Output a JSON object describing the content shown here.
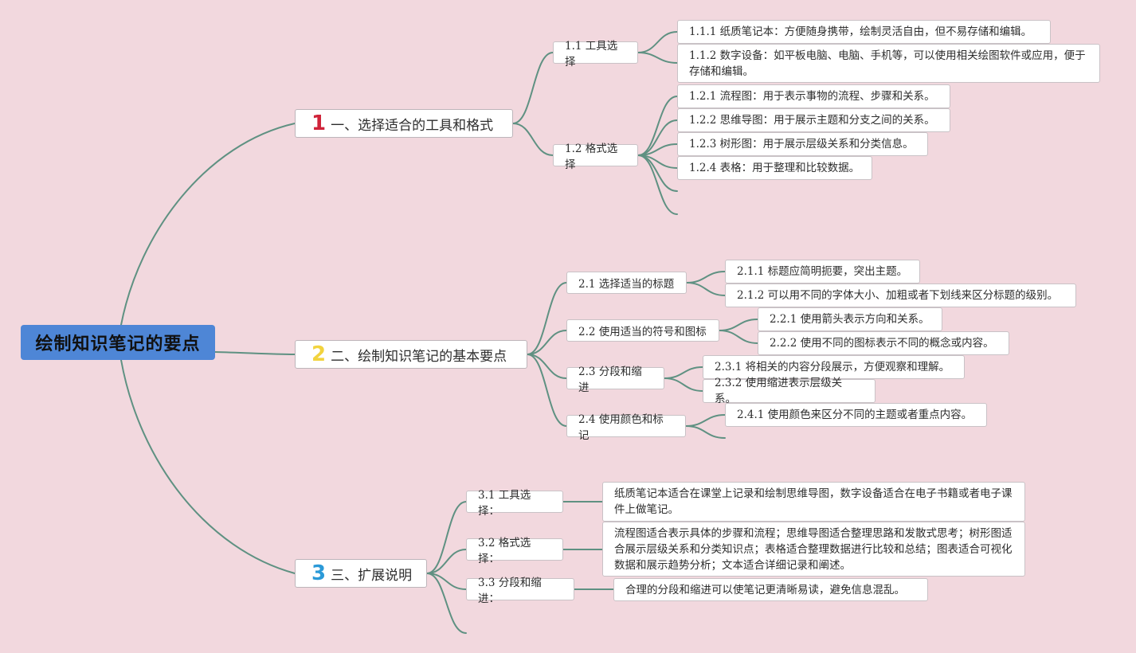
{
  "root": {
    "label": "绘制知识笔记的要点"
  },
  "accent_colors": {
    "root": "#4e86d6",
    "num1": "#d0243a",
    "num2": "#f2d33e",
    "num3": "#2b9ad8",
    "link": "#5f9182",
    "background": "#f2d8de"
  },
  "topics": [
    {
      "num": "1",
      "label": "一、选择适合的工具和格式",
      "subs": [
        {
          "label": "1.1 工具选择",
          "leaves": [
            "1.1.1 纸质笔记本：方便随身携带，绘制灵活自由，但不易存储和编辑。",
            "1.1.2 数字设备：如平板电脑、电脑、手机等，可以使用相关绘图软件或应用，便于存储和编辑。"
          ]
        },
        {
          "label": "1.2 格式选择",
          "leaves": [
            "1.2.1 流程图：用于表示事物的流程、步骤和关系。",
            "1.2.2 思维导图：用于展示主题和分支之间的关系。",
            "1.2.3 树形图：用于展示层级关系和分类信息。",
            "1.2.4 表格：用于整理和比较数据。"
          ]
        }
      ]
    },
    {
      "num": "2",
      "label": "二、绘制知识笔记的基本要点",
      "subs": [
        {
          "label": "2.1 选择适当的标题",
          "leaves": [
            "2.1.1 标题应简明扼要，突出主题。",
            "2.1.2 可以用不同的字体大小、加粗或者下划线来区分标题的级别。"
          ]
        },
        {
          "label": "2.2 使用适当的符号和图标",
          "leaves": [
            "2.2.1 使用箭头表示方向和关系。",
            "2.2.2 使用不同的图标表示不同的概念或内容。"
          ]
        },
        {
          "label": "2.3 分段和缩进",
          "leaves": [
            "2.3.1 将相关的内容分段展示，方便观察和理解。",
            "2.3.2 使用缩进表示层级关系。"
          ]
        },
        {
          "label": "2.4 使用颜色和标记",
          "leaves": [
            "2.4.1 使用颜色来区分不同的主题或者重点内容。"
          ]
        }
      ]
    },
    {
      "num": "3",
      "label": "三、扩展说明",
      "subs": [
        {
          "label": "3.1 工具选择：",
          "leaves": [
            "纸质笔记本适合在课堂上记录和绘制思维导图，数字设备适合在电子书籍或者电子课件上做笔记。"
          ]
        },
        {
          "label": "3.2 格式选择：",
          "leaves": [
            "流程图适合表示具体的步骤和流程；思维导图适合整理思路和发散式思考；树形图适合展示层级关系和分类知识点；表格适合整理数据进行比较和总结；图表适合可视化数据和展示趋势分析；文本适合详细记录和阐述。"
          ]
        },
        {
          "label": "3.3 分段和缩进：",
          "leaves": [
            "合理的分段和缩进可以使笔记更清晰易读，避免信息混乱。"
          ]
        }
      ]
    }
  ]
}
